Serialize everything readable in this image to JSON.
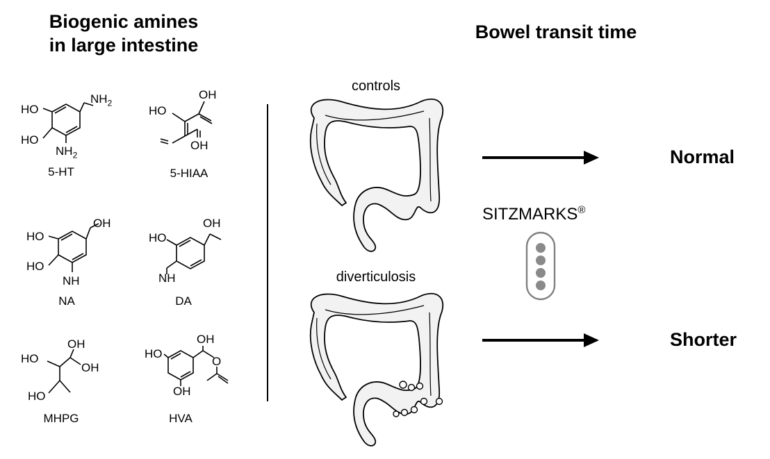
{
  "left_title": {
    "line1": "Biogenic amines",
    "line2": "in large intestine"
  },
  "right_title": "Bowel transit time",
  "molecules": [
    {
      "label": "5-HT",
      "atoms": [
        "HO",
        "HO",
        "NH2",
        "NH2"
      ]
    },
    {
      "label": "5-HIAA",
      "atoms": [
        "OH",
        "HO",
        "OH"
      ]
    },
    {
      "label": "NA",
      "atoms": [
        "OH",
        "HO",
        "HO",
        "NH"
      ]
    },
    {
      "label": "DA",
      "atoms": [
        "OH",
        "HO",
        "NH"
      ]
    },
    {
      "label": "MHPG",
      "atoms": [
        "OH",
        "HO",
        "OH",
        "HO"
      ]
    },
    {
      "label": "HVA",
      "atoms": [
        "OH",
        "HO",
        "O",
        "OH"
      ]
    }
  ],
  "groups": [
    {
      "label": "controls",
      "result": "Normal"
    },
    {
      "label": "diverticulosis",
      "result": "Shorter"
    }
  ],
  "marker": {
    "name": "SITZMARKS",
    "mark": "®"
  }
}
